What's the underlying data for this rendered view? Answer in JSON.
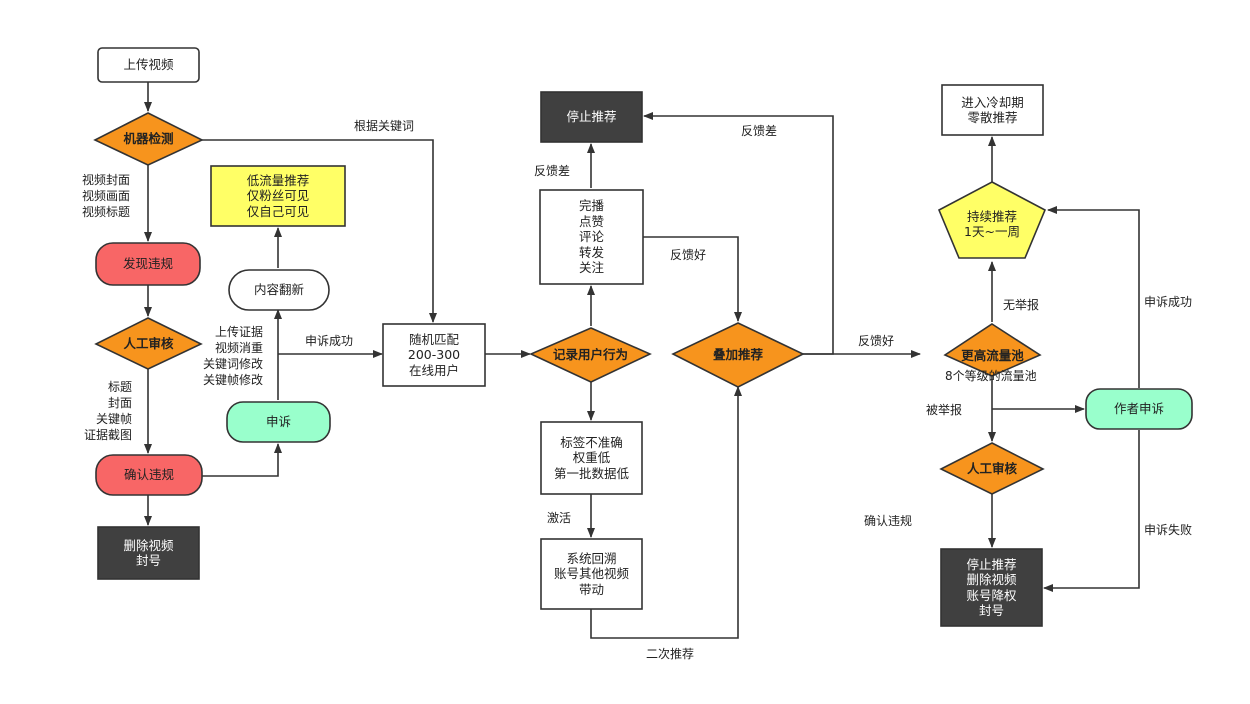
{
  "colors": {
    "orange": "#f7941d",
    "red": "#f86666",
    "mint": "#99ffcc",
    "yellow": "#ffff66",
    "dark": "#404040",
    "stroke": "#333333"
  },
  "nodes": {
    "upload": "上传视频",
    "machine_check": "机器检测",
    "found_violation": "发现违规",
    "manual_review_1": "人工审核",
    "confirm_violation": "确认违规",
    "delete_ban_1": "删除视频\n封号",
    "appeal": "申诉",
    "content_flip": "内容翻新",
    "low_traffic": "低流量推荐\n仅粉丝可见\n仅自己可见",
    "random_match": "随机匹配\n200-300\n在线用户",
    "record_behavior": "记录用户行为",
    "stop_rec_1": "停止推荐",
    "behaviors": "完播\n点赞\n评论\n转发\n关注",
    "tag_issue": "标签不准确\n权重低\n第一批数据低",
    "backtrack": "系统回溯\n账号其他视频\n带动",
    "stack_rec": "叠加推荐",
    "cooldown": "进入冷却期\n零散推荐",
    "continue_rec": "持续推荐\n1天~一周",
    "higher_pool": "更高流量池",
    "manual_review_2": "人工审核",
    "author_appeal": "作者申诉",
    "stop_all": "停止推荐\n删除视频\n账号降权\n封号"
  },
  "labels": {
    "by_keyword": "根据关键词",
    "machine_items": "视频封面\n视频画面\n视频标题",
    "review_items": "标题\n封面\n关键帧\n证据截图",
    "appeal_items": "上传证据\n视频消重\n关键词修改\n关键帧修改",
    "appeal_success_1": "申诉成功",
    "feedback_bad_1": "反馈差",
    "feedback_bad_2": "反馈差",
    "feedback_good_1": "反馈好",
    "feedback_good_2": "反馈好",
    "activate": "激活",
    "second_rec": "二次推荐",
    "pool_levels": "8个等级的流量池",
    "no_report": "无举报",
    "reported": "被举报",
    "appeal_success_2": "申诉成功",
    "appeal_fail": "申诉失败",
    "confirm_violation_2": "确认违规"
  }
}
